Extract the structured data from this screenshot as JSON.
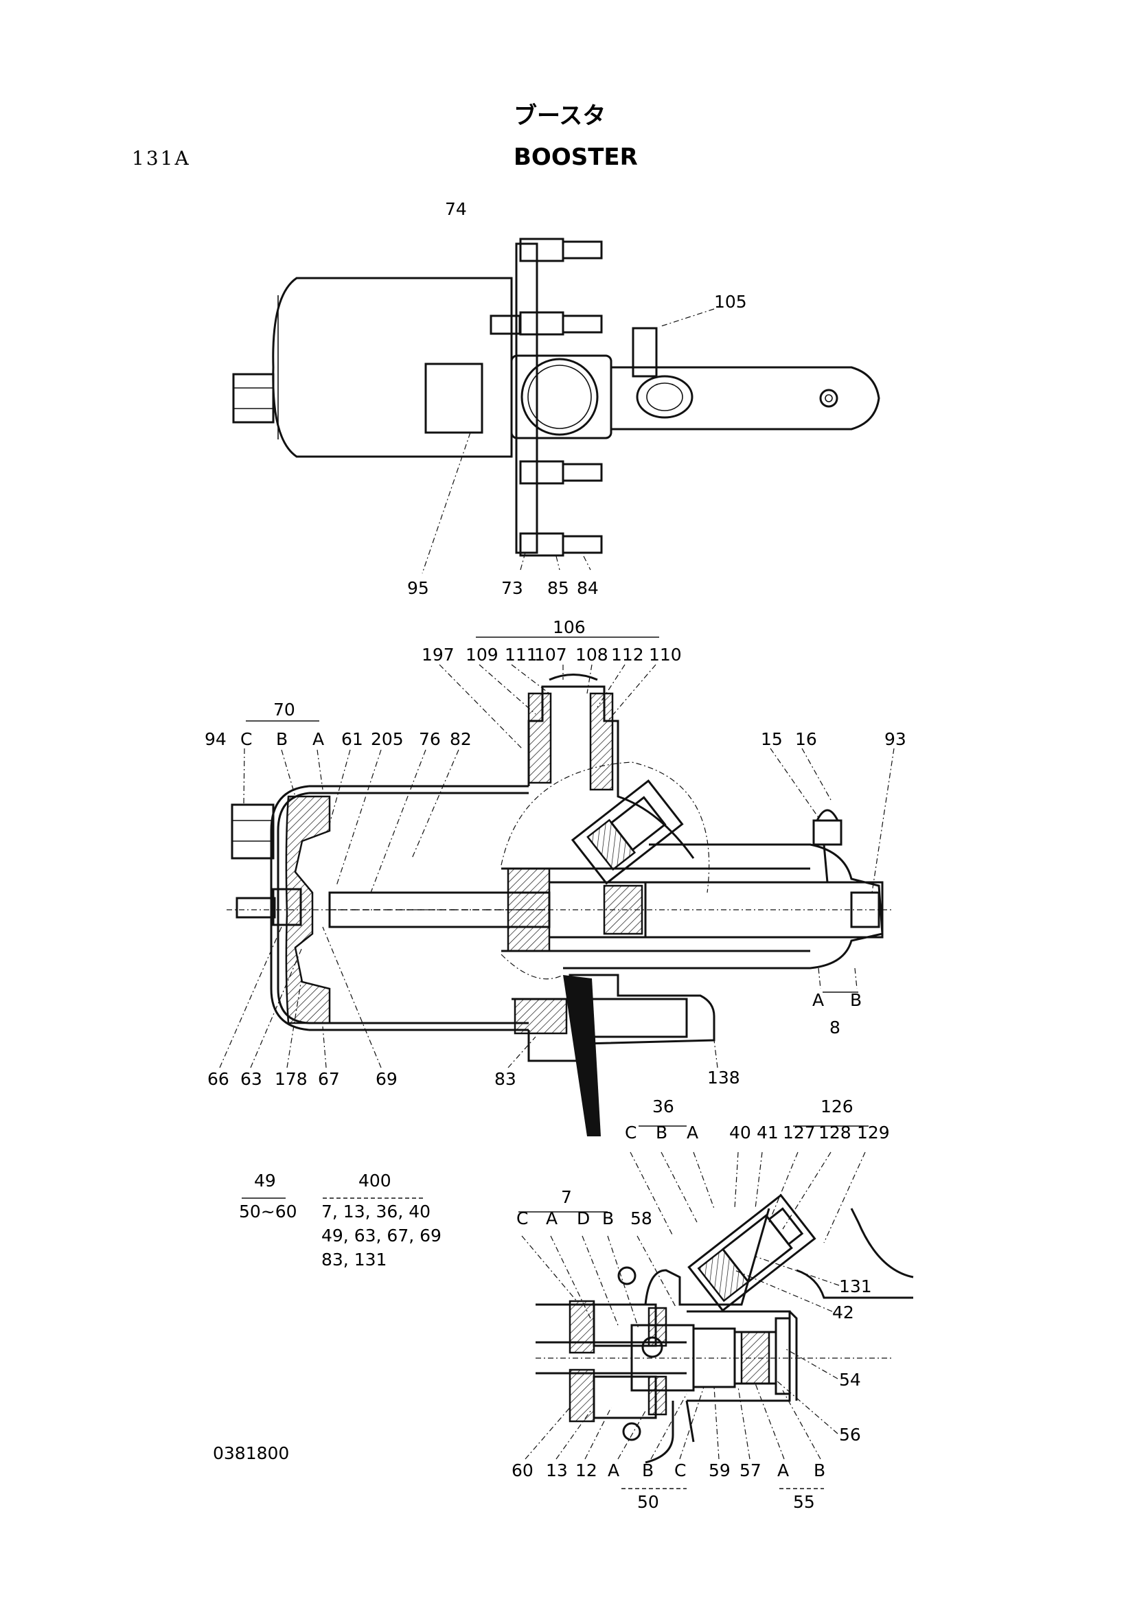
{
  "header": {
    "title_jp": "ブースタ",
    "title_en": "BOOSTER",
    "page_code": "131A"
  },
  "footer": {
    "drawing_number": "0381800"
  },
  "labels": {
    "top_view": [
      "74",
      "105",
      "95",
      "73",
      "85",
      "84"
    ],
    "section_upper": [
      "106",
      "197",
      "109",
      "111",
      "107",
      "108",
      "112",
      "110"
    ],
    "section_left": [
      "70",
      "94",
      "C",
      "B",
      "A",
      "61",
      "205",
      "76",
      "82"
    ],
    "section_right": [
      "15",
      "16",
      "93",
      "A",
      "B",
      "8"
    ],
    "section_bottom": [
      "66",
      "63",
      "178",
      "67",
      "69",
      "83",
      "138"
    ],
    "detail_top": [
      "36",
      "C",
      "B",
      "A",
      "40",
      "41",
      "126",
      "127",
      "128",
      "129"
    ],
    "detail_left": [
      "7",
      "C",
      "A",
      "D",
      "B",
      "58"
    ],
    "detail_right": [
      "131",
      "42",
      "54",
      "56"
    ],
    "detail_bottom": [
      "60",
      "13",
      "12",
      "A",
      "B",
      "C",
      "59",
      "57",
      "A",
      "B",
      "50",
      "55"
    ]
  },
  "kits": {
    "kit49": {
      "number": "49",
      "contents": "50~60"
    },
    "kit400": {
      "number": "400",
      "contents": [
        "7, 13, 36, 40",
        "49, 63, 67, 69",
        "83, 131"
      ]
    }
  }
}
